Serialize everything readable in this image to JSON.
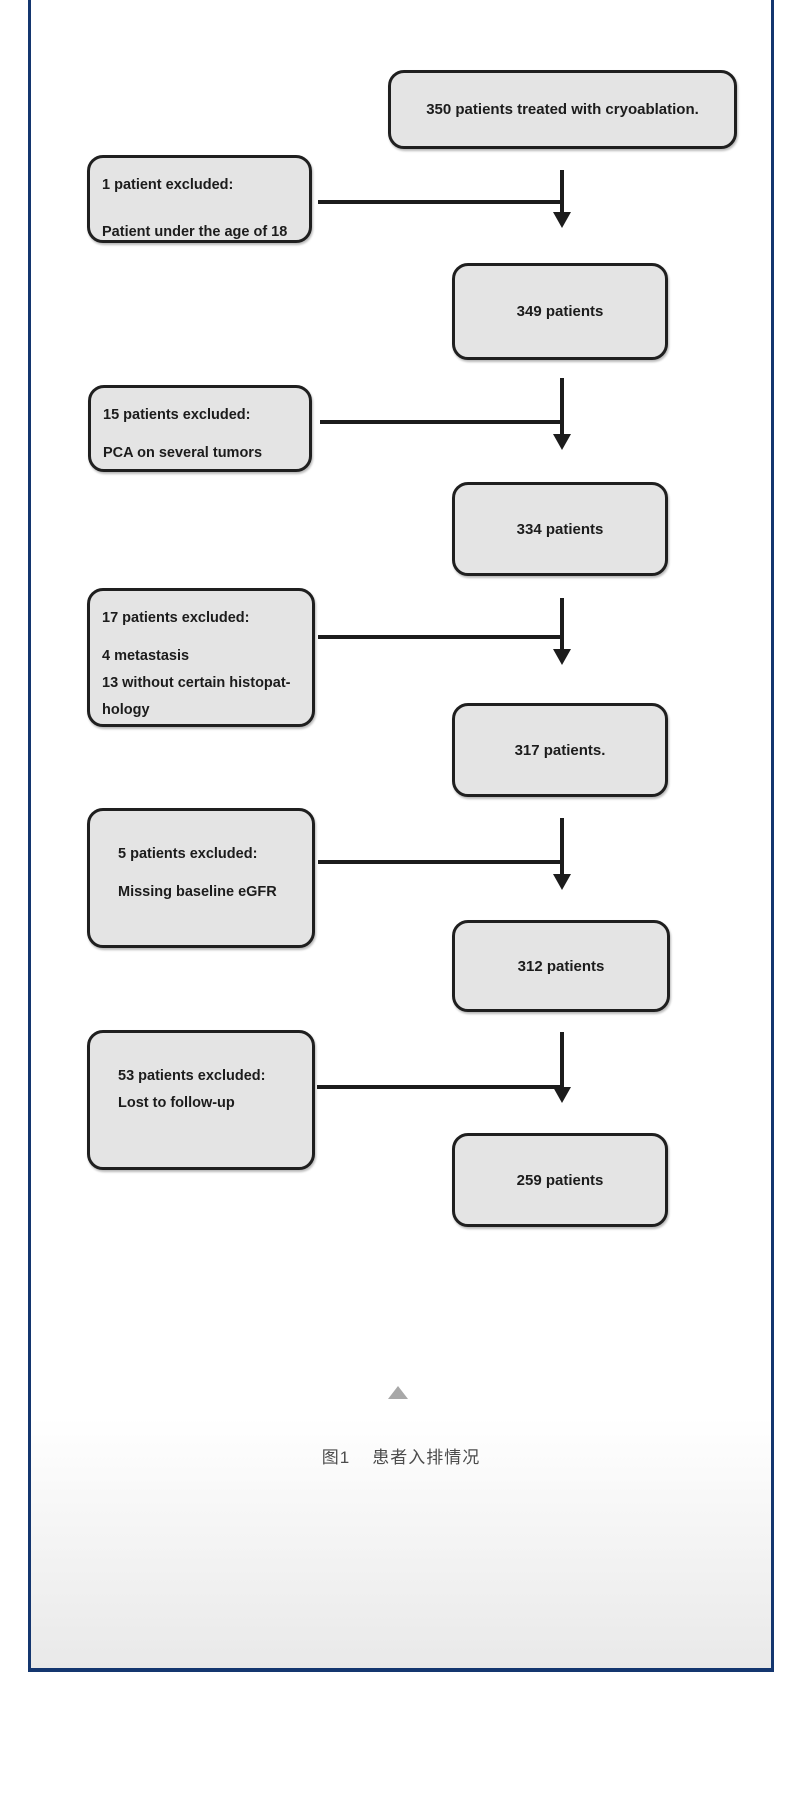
{
  "figure": {
    "caption_prefix": "图1",
    "caption_title": "患者入排情况",
    "icons": {
      "collapse": "triangle-up-icon"
    }
  },
  "flowchart": {
    "main_boxes": [
      {
        "label": "350 patients treated with cryoablation."
      },
      {
        "label": "349 patients"
      },
      {
        "label": "334 patients"
      },
      {
        "label": "317 patients."
      },
      {
        "label": "312 patients"
      },
      {
        "label": "259 patients"
      }
    ],
    "exclusion_boxes": [
      {
        "lines": [
          "1 patient excluded:",
          "Patient under the age of 18"
        ]
      },
      {
        "lines": [
          "15 patients excluded:",
          "PCA on several tumors"
        ]
      },
      {
        "lines": [
          "17 patients excluded:",
          "4 metastasis",
          "13 without certain histopat-",
          "hology"
        ]
      },
      {
        "lines": [
          "5 patients excluded:",
          "Missing baseline eGFR"
        ]
      },
      {
        "lines": [
          "53 patients excluded:",
          "Lost to follow-up"
        ]
      }
    ]
  },
  "colors": {
    "panel_border": "#14366f",
    "box_fill": "#e4e4e4",
    "box_border": "#1f1f1f",
    "line_color": "#1c1c1c",
    "text_color": "#1c1c1c",
    "caption_color": "#4c4c4c",
    "triangle_color": "#a8a8a8"
  }
}
